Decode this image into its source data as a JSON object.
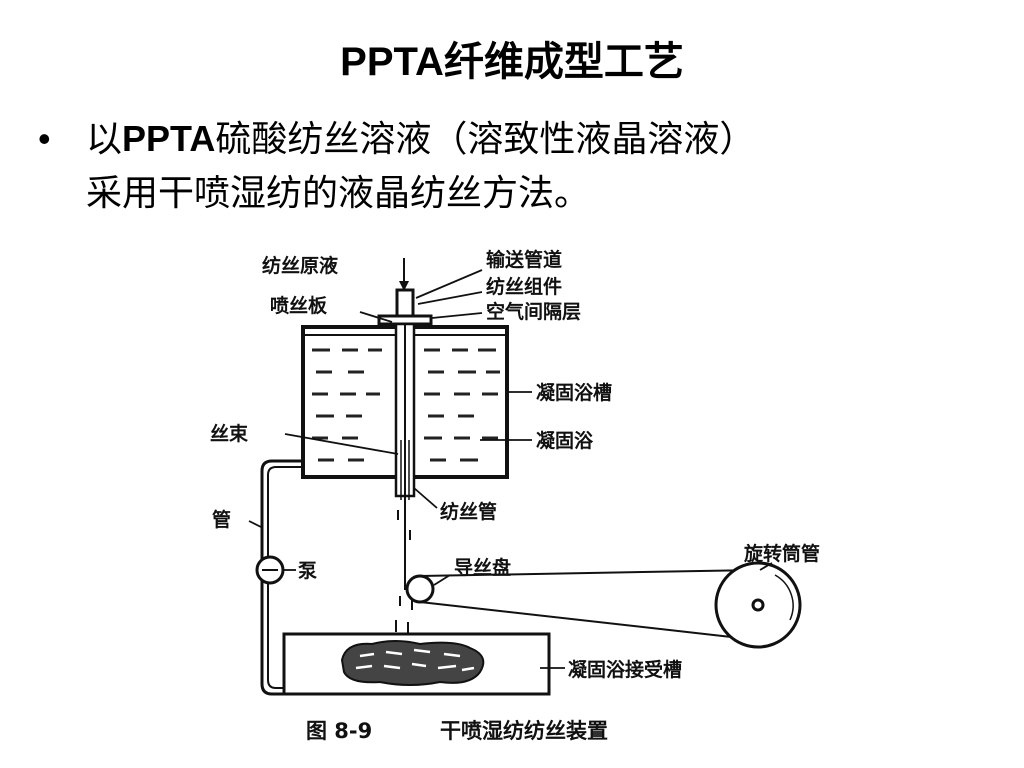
{
  "slide": {
    "title": "PPTA纤维成型工艺",
    "bullet_prefix": "以",
    "bullet_bold": "PPTA",
    "bullet_rest": "硫酸纺丝溶液（溶致性液晶溶液）",
    "bullet_line2": "采用干喷湿纺的液晶纺丝方法。"
  },
  "diagram": {
    "labels": {
      "spin_dope": "纺丝原液",
      "delivery_pipe": "输送管道",
      "spin_assembly": "纺丝组件",
      "spinneret": "喷丝板",
      "air_gap": "空气间隔层",
      "coag_tank": "凝固浴槽",
      "fiber_bundle": "丝束",
      "coag_bath": "凝固浴",
      "spin_tube": "纺丝管",
      "pipe": "管",
      "pump": "泵",
      "guide_disc": "导丝盘",
      "rotating_drum": "旋转筒管",
      "receiving_tank": "凝固浴接受槽"
    },
    "caption_num": "图 8-9",
    "caption_text": "干喷湿纺纺丝装置"
  }
}
